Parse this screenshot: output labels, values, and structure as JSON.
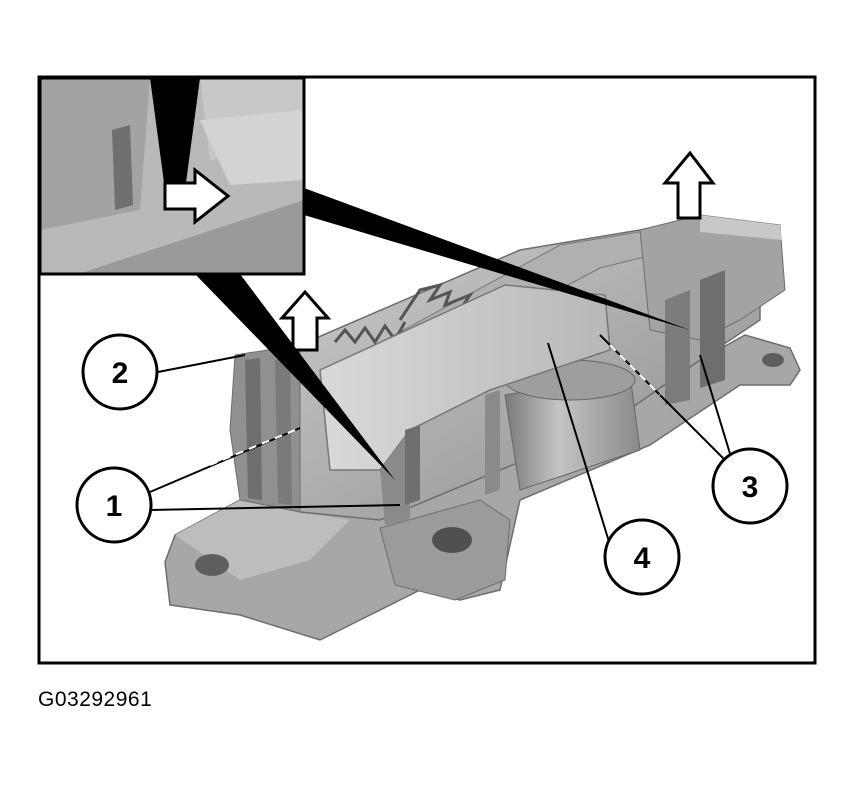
{
  "figure": {
    "callouts": [
      {
        "id": "1",
        "label": "1"
      },
      {
        "id": "2",
        "label": "2"
      },
      {
        "id": "3",
        "label": "3"
      },
      {
        "id": "4",
        "label": "4"
      }
    ],
    "caption": "G03292961"
  }
}
